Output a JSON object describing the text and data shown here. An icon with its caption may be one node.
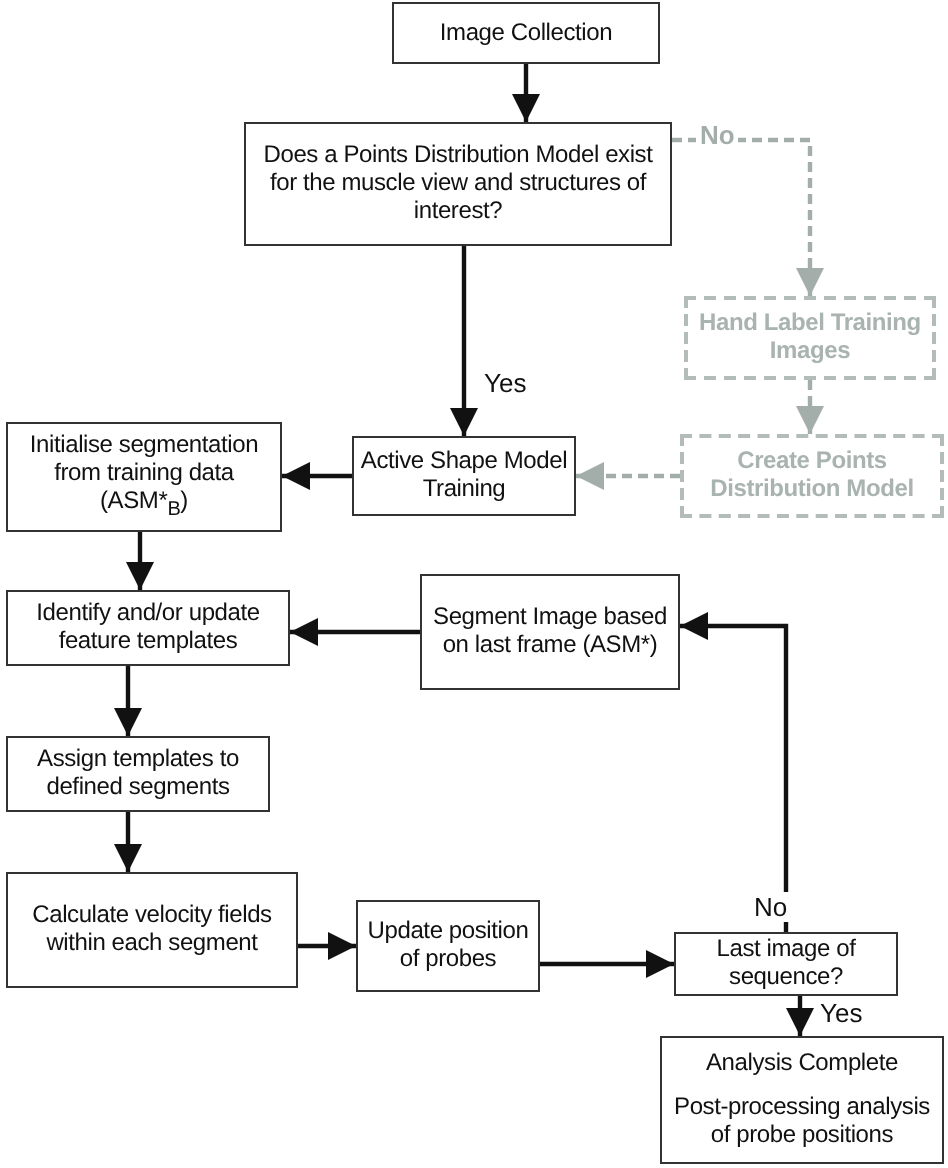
{
  "diagram": {
    "nodes": [
      {
        "text": [
          "Image Collection"
        ]
      },
      {
        "text": [
          "Does a Points Distribution Model exist for the muscle view and structures of interest?"
        ]
      },
      {
        "text": [
          "Hand Label Training Images"
        ]
      },
      {
        "text": [
          "Create Points Distribution Model"
        ]
      },
      {
        "text": [
          "Active Shape Model Training"
        ]
      },
      {
        "text": [
          "Initialise segmentation from training data (ASM*$_{B}$)"
        ]
      },
      {
        "text": [
          "Identify and/or update feature templates"
        ]
      },
      {
        "text": [
          "Segment Image based on last frame (ASM*)"
        ]
      },
      {
        "text": [
          "Assign templates to defined segments"
        ]
      },
      {
        "text": [
          "Calculate velocity fields within each segment"
        ]
      },
      {
        "text": [
          "Update position of probes"
        ]
      },
      {
        "text": [
          "Last image of sequence?"
        ]
      },
      {
        "text": [
          "Analysis Complete",
          "Post-processing analysis of probe positions"
        ]
      }
    ],
    "edges": [
      {
        "from": 0,
        "to": 1,
        "arrow": "to"
      },
      {
        "from": 1,
        "to": 2,
        "arrow": "to",
        "label": "No",
        "style": "dashed",
        "color": "#a3aeaa"
      },
      {
        "from": 2,
        "to": 3,
        "arrow": "to",
        "style": "dashed",
        "color": "#a3aeaa"
      },
      {
        "from": 3,
        "to": 4,
        "arrow": "to",
        "style": "dashed",
        "color": "#a3aeaa"
      },
      {
        "from": 1,
        "to": 4,
        "arrow": "to",
        "label": "Yes"
      },
      {
        "from": 4,
        "to": 5,
        "arrow": "to"
      },
      {
        "from": 5,
        "to": 6,
        "arrow": "to"
      },
      {
        "from": 7,
        "to": 6,
        "arrow": "to"
      },
      {
        "from": 6,
        "to": 8,
        "arrow": "to"
      },
      {
        "from": 8,
        "to": 9,
        "arrow": "to"
      },
      {
        "from": 9,
        "to": 10,
        "arrow": "to"
      },
      {
        "from": 10,
        "to": 11,
        "arrow": "to"
      },
      {
        "from": 11,
        "to": 7,
        "arrow": "to",
        "label": "No"
      },
      {
        "from": 11,
        "to": 12,
        "arrow": "to",
        "label": "Yes"
      }
    ]
  }
}
